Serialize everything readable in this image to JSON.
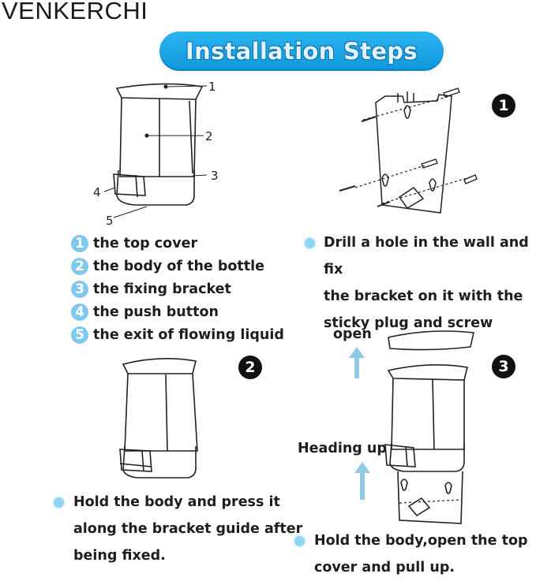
{
  "brand": "VENKERCHI",
  "banner": {
    "title": "Installation Steps"
  },
  "diagram_callouts": [
    "1",
    "2",
    "3",
    "4",
    "5"
  ],
  "parts": [
    {
      "num": "1",
      "label": "the top cover"
    },
    {
      "num": "2",
      "label": "the body of the bottle"
    },
    {
      "num": "3",
      "label": "the fixing bracket"
    },
    {
      "num": "4",
      "label": "the push button"
    },
    {
      "num": "5",
      "label": "the exit of flowing liquid"
    }
  ],
  "steps": [
    {
      "badge": "1",
      "lines": [
        "Drill a hole in the wall and fix",
        "the bracket on it with the",
        "sticky plug and screw"
      ]
    },
    {
      "badge": "2",
      "lines": [
        "Hold the body and press it",
        "along the bracket guide after",
        "being fixed."
      ]
    },
    {
      "badge": "3",
      "lines": [
        "Hold the body,open the top",
        "cover and pull up."
      ]
    }
  ],
  "arrows": {
    "open": "open",
    "heading_up": "Heading up"
  },
  "colors": {
    "banner": "#1196dd",
    "accent": "#7fc9ee",
    "badge": "#111111"
  }
}
